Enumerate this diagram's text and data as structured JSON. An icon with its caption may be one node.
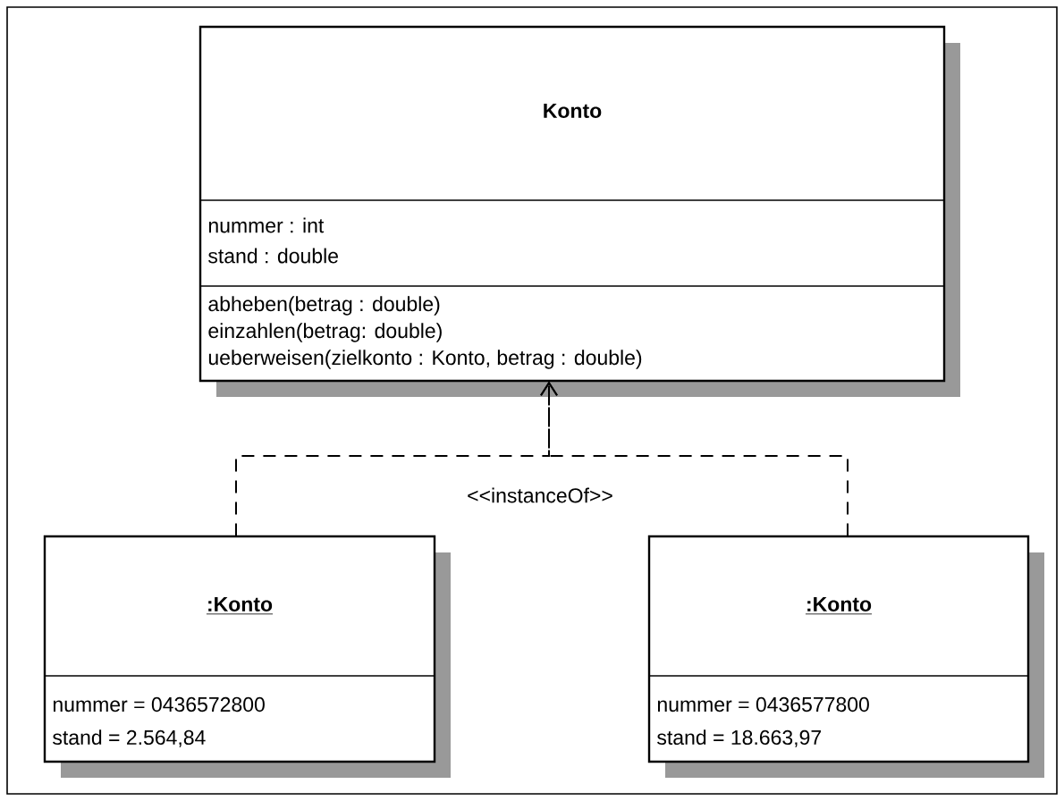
{
  "diagram": {
    "nodes": [
      {
        "text": [
          "Konto",
          "nummer : int",
          "stand : double",
          "abheben(betrag : double)",
          "einzahlen(betrag: double)",
          "ueberweisen(zielkonto : Konto, betrag : double)"
        ]
      },
      {
        "text": [
          ":Konto",
          "nummer = 0436572800",
          "stand = 2.564,84"
        ]
      },
      {
        "text": [
          ":Konto",
          "nummer = 0436577800",
          "stand = 18.663,97"
        ]
      }
    ],
    "edges": [
      {
        "from": 1,
        "to": 0,
        "arrow": "to",
        "style": "dashed",
        "label": "<<instanceOf>>"
      },
      {
        "from": 2,
        "to": 0,
        "arrow": "to",
        "style": "dashed"
      }
    ]
  }
}
